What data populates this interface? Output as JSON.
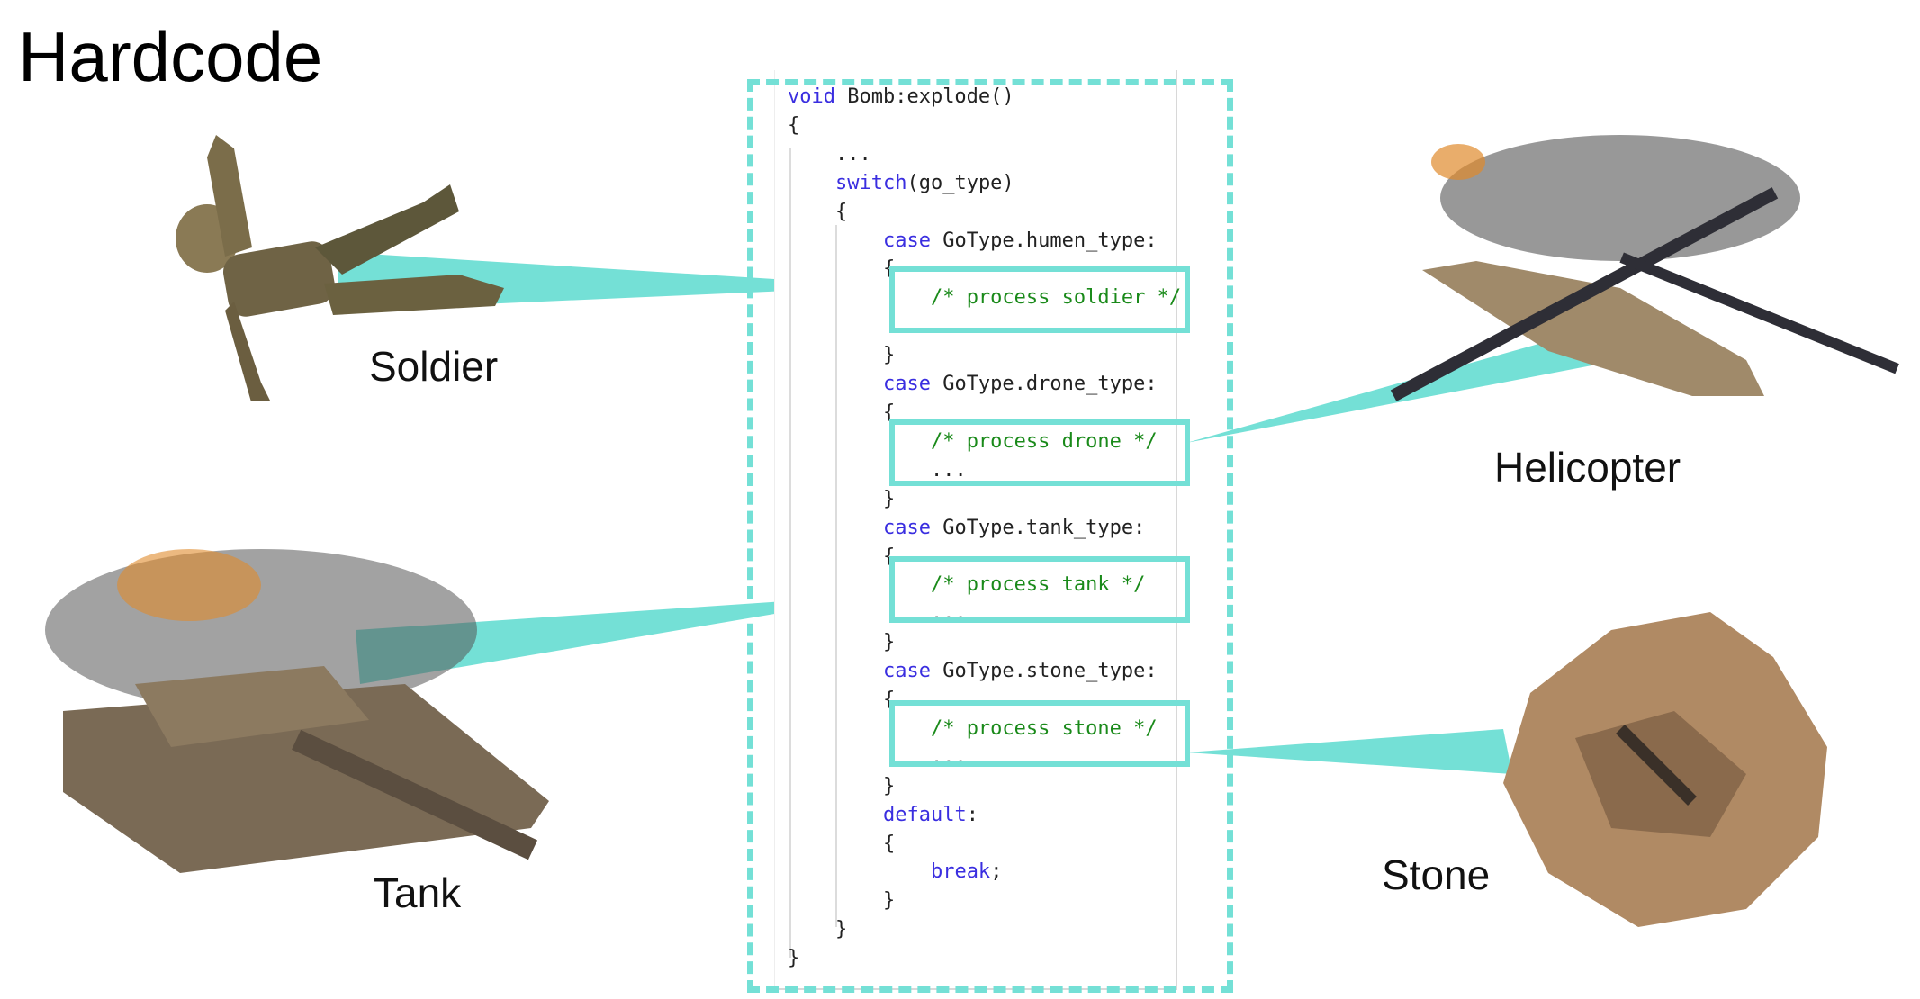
{
  "title": "Hardcode",
  "colors": {
    "accent": "#74e0d6",
    "keyword": "#3a2ee0",
    "comment": "#1a8a1a",
    "text": "#222222"
  },
  "labels": {
    "soldier": "Soldier",
    "tank": "Tank",
    "helicopter": "Helicopter",
    "stone": "Stone"
  },
  "code": {
    "lines": [
      {
        "indent": 0,
        "parts": [
          {
            "t": "void",
            "k": "kw"
          },
          {
            "t": " Bomb:explode()"
          }
        ]
      },
      {
        "indent": 0,
        "parts": [
          {
            "t": "{"
          }
        ]
      },
      {
        "indent": 1,
        "parts": [
          {
            "t": "..."
          }
        ]
      },
      {
        "indent": 1,
        "parts": [
          {
            "t": "switch",
            "k": "kw"
          },
          {
            "t": "(go_type)"
          }
        ]
      },
      {
        "indent": 1,
        "parts": [
          {
            "t": "{"
          }
        ]
      },
      {
        "indent": 2,
        "parts": [
          {
            "t": "case",
            "k": "kw"
          },
          {
            "t": " GoType.humen_type:"
          }
        ]
      },
      {
        "indent": 2,
        "parts": [
          {
            "t": "{"
          }
        ]
      },
      {
        "indent": 3,
        "parts": [
          {
            "t": "/* process soldier */",
            "k": "cm"
          }
        ]
      },
      {
        "indent": 3,
        "parts": [
          {
            "t": "..."
          }
        ]
      },
      {
        "indent": 2,
        "parts": [
          {
            "t": "}"
          }
        ]
      },
      {
        "indent": 2,
        "parts": [
          {
            "t": "case",
            "k": "kw"
          },
          {
            "t": " GoType.drone_type:"
          }
        ]
      },
      {
        "indent": 2,
        "parts": [
          {
            "t": "{"
          }
        ]
      },
      {
        "indent": 3,
        "parts": [
          {
            "t": "/* process drone */",
            "k": "cm"
          }
        ]
      },
      {
        "indent": 3,
        "parts": [
          {
            "t": "..."
          }
        ]
      },
      {
        "indent": 2,
        "parts": [
          {
            "t": "}"
          }
        ]
      },
      {
        "indent": 2,
        "parts": [
          {
            "t": "case",
            "k": "kw"
          },
          {
            "t": " GoType.tank_type:"
          }
        ]
      },
      {
        "indent": 2,
        "parts": [
          {
            "t": "{"
          }
        ]
      },
      {
        "indent": 3,
        "parts": [
          {
            "t": "/* process tank */",
            "k": "cm"
          }
        ]
      },
      {
        "indent": 3,
        "parts": [
          {
            "t": "..."
          }
        ]
      },
      {
        "indent": 2,
        "parts": [
          {
            "t": "}"
          }
        ]
      },
      {
        "indent": 2,
        "parts": [
          {
            "t": "case",
            "k": "kw"
          },
          {
            "t": " GoType.stone_type:"
          }
        ]
      },
      {
        "indent": 2,
        "parts": [
          {
            "t": "{"
          }
        ]
      },
      {
        "indent": 3,
        "parts": [
          {
            "t": "/* process stone */",
            "k": "cm"
          }
        ]
      },
      {
        "indent": 3,
        "parts": [
          {
            "t": "..."
          }
        ]
      },
      {
        "indent": 2,
        "parts": [
          {
            "t": "}"
          }
        ]
      },
      {
        "indent": 2,
        "parts": [
          {
            "t": "default",
            "k": "kw"
          },
          {
            "t": ":"
          }
        ]
      },
      {
        "indent": 2,
        "parts": [
          {
            "t": "{"
          }
        ]
      },
      {
        "indent": 3,
        "parts": [
          {
            "t": "break",
            "k": "kw"
          },
          {
            "t": ";"
          }
        ]
      },
      {
        "indent": 2,
        "parts": [
          {
            "t": "}"
          }
        ]
      },
      {
        "indent": 1,
        "parts": [
          {
            "t": "}"
          }
        ]
      },
      {
        "indent": 0,
        "parts": [
          {
            "t": "}"
          }
        ]
      }
    ]
  },
  "images": {
    "soldier": "soldier-image",
    "tank": "tank-image",
    "helicopter": "helicopter-image",
    "stone": "stone-image"
  }
}
